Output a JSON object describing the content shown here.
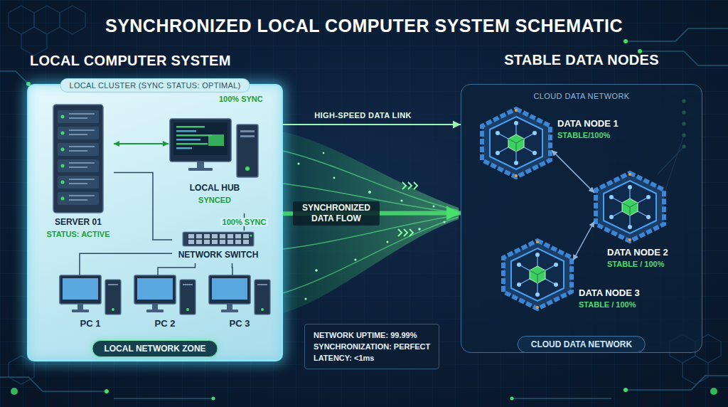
{
  "diagram": {
    "title": "SYNCHRONIZED LOCAL COMPUTER SYSTEM SCHEMATIC",
    "nodes": [
      {
        "text": [
          "LOCAL COMPUTER SYSTEM",
          "LOCAL CLUSTER (SYNC STATUS: OPTIMAL)",
          "100% SYNC",
          "LOCAL NETWORK ZONE"
        ]
      },
      {
        "text": [
          "SERVER 01",
          "STATUS: ACTIVE"
        ],
        "in": 0
      },
      {
        "text": [
          "LOCAL HUB",
          "SYNCED"
        ],
        "in": 0
      },
      {
        "text": [
          "NETWORK SWITCH"
        ],
        "in": 0
      },
      {
        "text": [
          "PC 1"
        ],
        "in": 0
      },
      {
        "text": [
          "PC 2"
        ],
        "in": 0
      },
      {
        "text": [
          "PC 3"
        ],
        "in": 0
      },
      {
        "text": [
          "STABLE DATA NODES",
          "CLOUD DATA NETWORK",
          "CLOUD DATA NETWORK"
        ]
      },
      {
        "text": [
          "DATA NODE 1",
          "STABLE/100%"
        ],
        "in": 7
      },
      {
        "text": [
          "DATA NODE 2",
          "STABLE / 100%"
        ],
        "in": 7
      },
      {
        "text": [
          "DATA NODE 3",
          "STABLE / 100%"
        ],
        "in": 7
      },
      {
        "text": [
          "NETWORK UPTIME: 99.99%",
          "SYNCHRONIZATION: PERFECT",
          "LATENCY: <1ms"
        ]
      }
    ],
    "edges": [
      {
        "from": 1,
        "to": 2,
        "arrow": "both"
      },
      {
        "from": 1,
        "to": 3,
        "arrow": "none"
      },
      {
        "from": 2,
        "to": 3,
        "label": "100% SYNC",
        "arrow": "none"
      },
      {
        "from": 3,
        "to": 4,
        "arrow": "none"
      },
      {
        "from": 3,
        "to": 5,
        "arrow": "none"
      },
      {
        "from": 3,
        "to": 6,
        "arrow": "none"
      },
      {
        "from": 0,
        "to": 7,
        "label": "HIGH-SPEED DATA LINK",
        "arrow": "to"
      },
      {
        "from": 0,
        "to": 7,
        "label": "SYNCHRONIZED DATA FLOW",
        "arrow": "to"
      },
      {
        "from": 8,
        "to": 9,
        "arrow": "both"
      },
      {
        "from": 9,
        "to": 10,
        "arrow": "both"
      }
    ]
  }
}
